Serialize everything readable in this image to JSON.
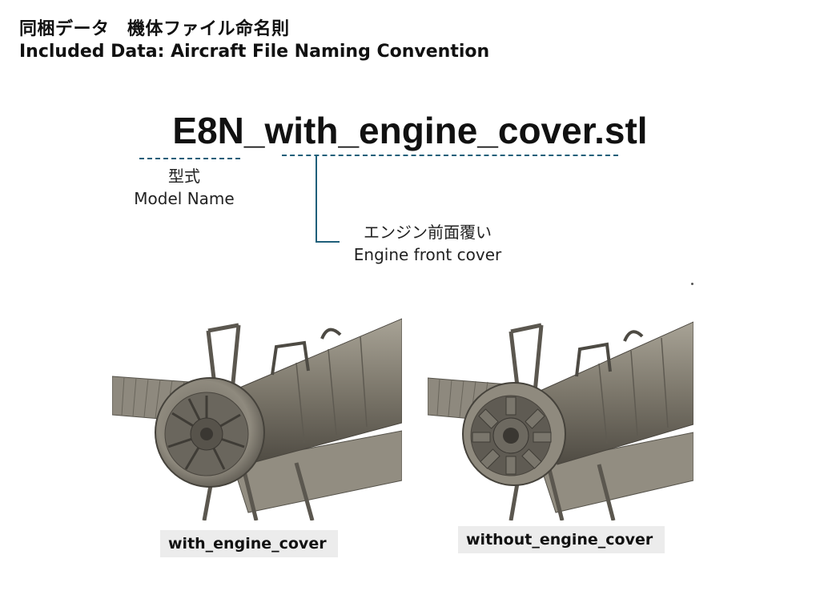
{
  "title": {
    "jp": "同梱データ　機体ファイル命名則",
    "en": "Included Data: Aircraft File Naming Convention"
  },
  "filename": "E8N_with_engine_cover.stl",
  "labels": {
    "model_jp": "型式",
    "model_en": "Model Name",
    "cover_jp": "エンジン前面覆い",
    "cover_en": "Engine front cover"
  },
  "images": [
    {
      "caption": "with_engine_cover",
      "variant": "with"
    },
    {
      "caption": "without_engine_cover",
      "variant": "without"
    }
  ],
  "colors": {
    "annotation_line": "#1f5f7a",
    "caption_bg": "#ececec",
    "model_metal": "#8a8578"
  }
}
